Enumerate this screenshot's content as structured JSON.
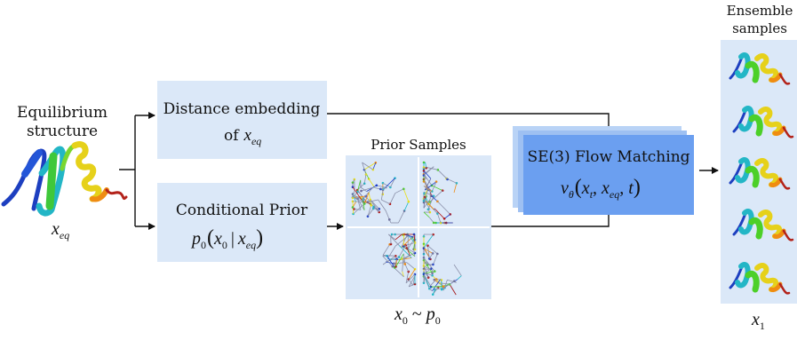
{
  "input": {
    "title_line1": "Equilibrium",
    "title_line2": "structure",
    "symbol": "x",
    "symbol_sub": "eq"
  },
  "distance_box": {
    "line1": "Distance embedding",
    "line2_prefix": "of",
    "symbol": "x",
    "symbol_sub": "eq"
  },
  "prior_box": {
    "title": "Conditional Prior",
    "formula": {
      "p": "p",
      "p_sub": "0",
      "x": "x",
      "x_sub": "0",
      "bar": "|",
      "xc": "x",
      "xc_sub": "eq"
    }
  },
  "prior_samples": {
    "title": "Prior Samples",
    "caption": {
      "x": "x",
      "x_sub": "0",
      "tilde": "~",
      "p": "p",
      "p_sub": "0"
    }
  },
  "flow_box": {
    "title": "SE(3) Flow Matching",
    "formula": {
      "v": "v",
      "theta": "θ",
      "xt": "x",
      "xt_sub": "t",
      "comma": ",",
      "xeq": "x",
      "xeq_sub": "eq",
      "t": "t"
    }
  },
  "output": {
    "title_line1": "Ensemble",
    "title_line2": "samples",
    "symbol": "x",
    "symbol_sub": "1"
  },
  "colors": {
    "box_fill": "#dbe8f8",
    "flow_fill": "#6a9ef0",
    "flow_shadow": "#a9c8f4",
    "arrow": "#111111"
  }
}
